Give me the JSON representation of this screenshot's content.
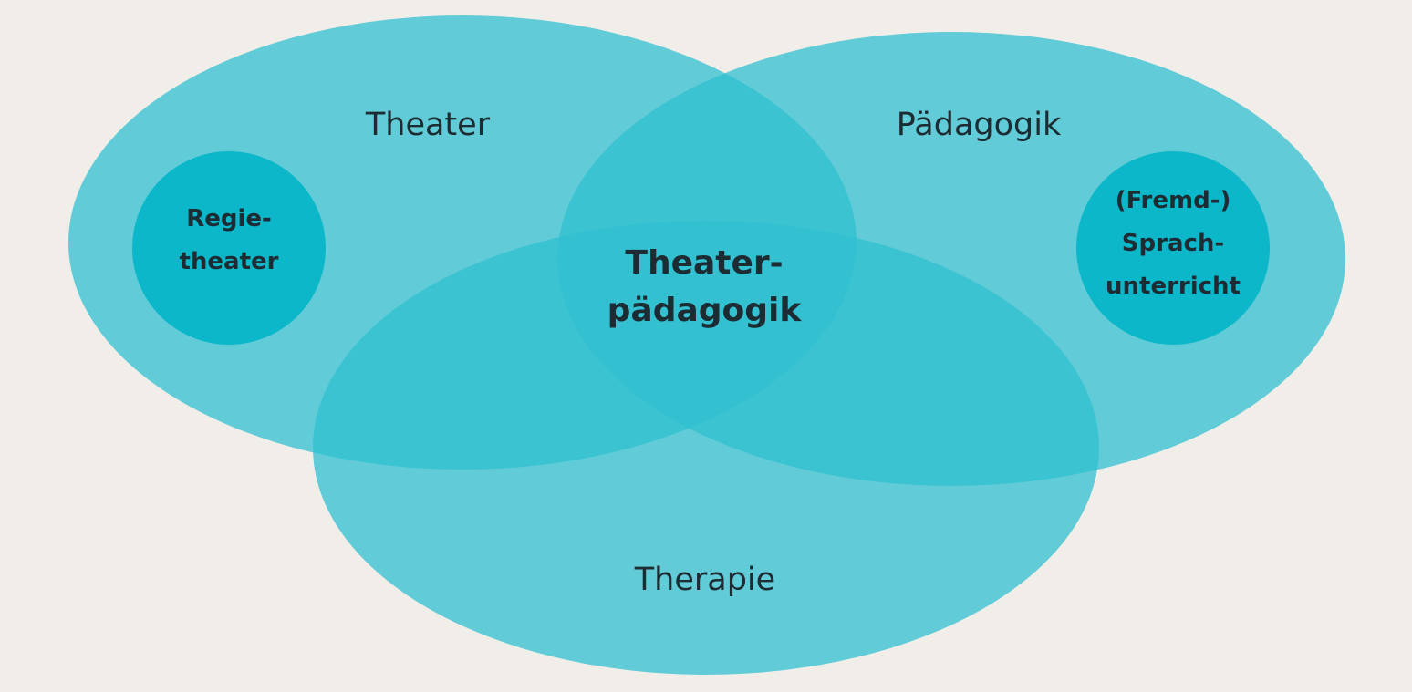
{
  "colors": {
    "background": "#f1eeea",
    "ellipse_fill": "#30c0d0",
    "ellipse_opacity": 0.75,
    "circle_fill": "#0bb7c9",
    "text": "#1d2b33"
  },
  "sets": {
    "theater": "Theater",
    "paedagogik": "Pädagogik",
    "therapie": "Therapie"
  },
  "intersection": {
    "line1": "Theater-",
    "line2": "pädagogik"
  },
  "subsets": {
    "regietheater": {
      "line1": "Regie-",
      "line2": "theater"
    },
    "sprachunterricht": {
      "line1": "(Fremd-)",
      "line2": "Sprach-",
      "line3": "unterricht"
    }
  }
}
